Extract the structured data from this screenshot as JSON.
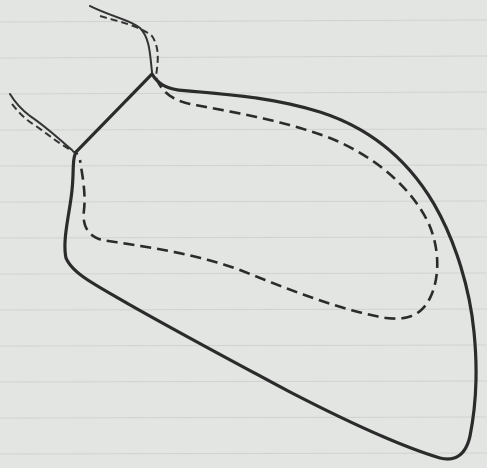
{
  "figure": {
    "background_color": "#e3e5e3",
    "line_color": "#2b2b2b",
    "outlines": [
      {
        "name": "solid-outline",
        "style": "solid"
      },
      {
        "name": "dashed-outline",
        "style": "dashed"
      }
    ]
  }
}
